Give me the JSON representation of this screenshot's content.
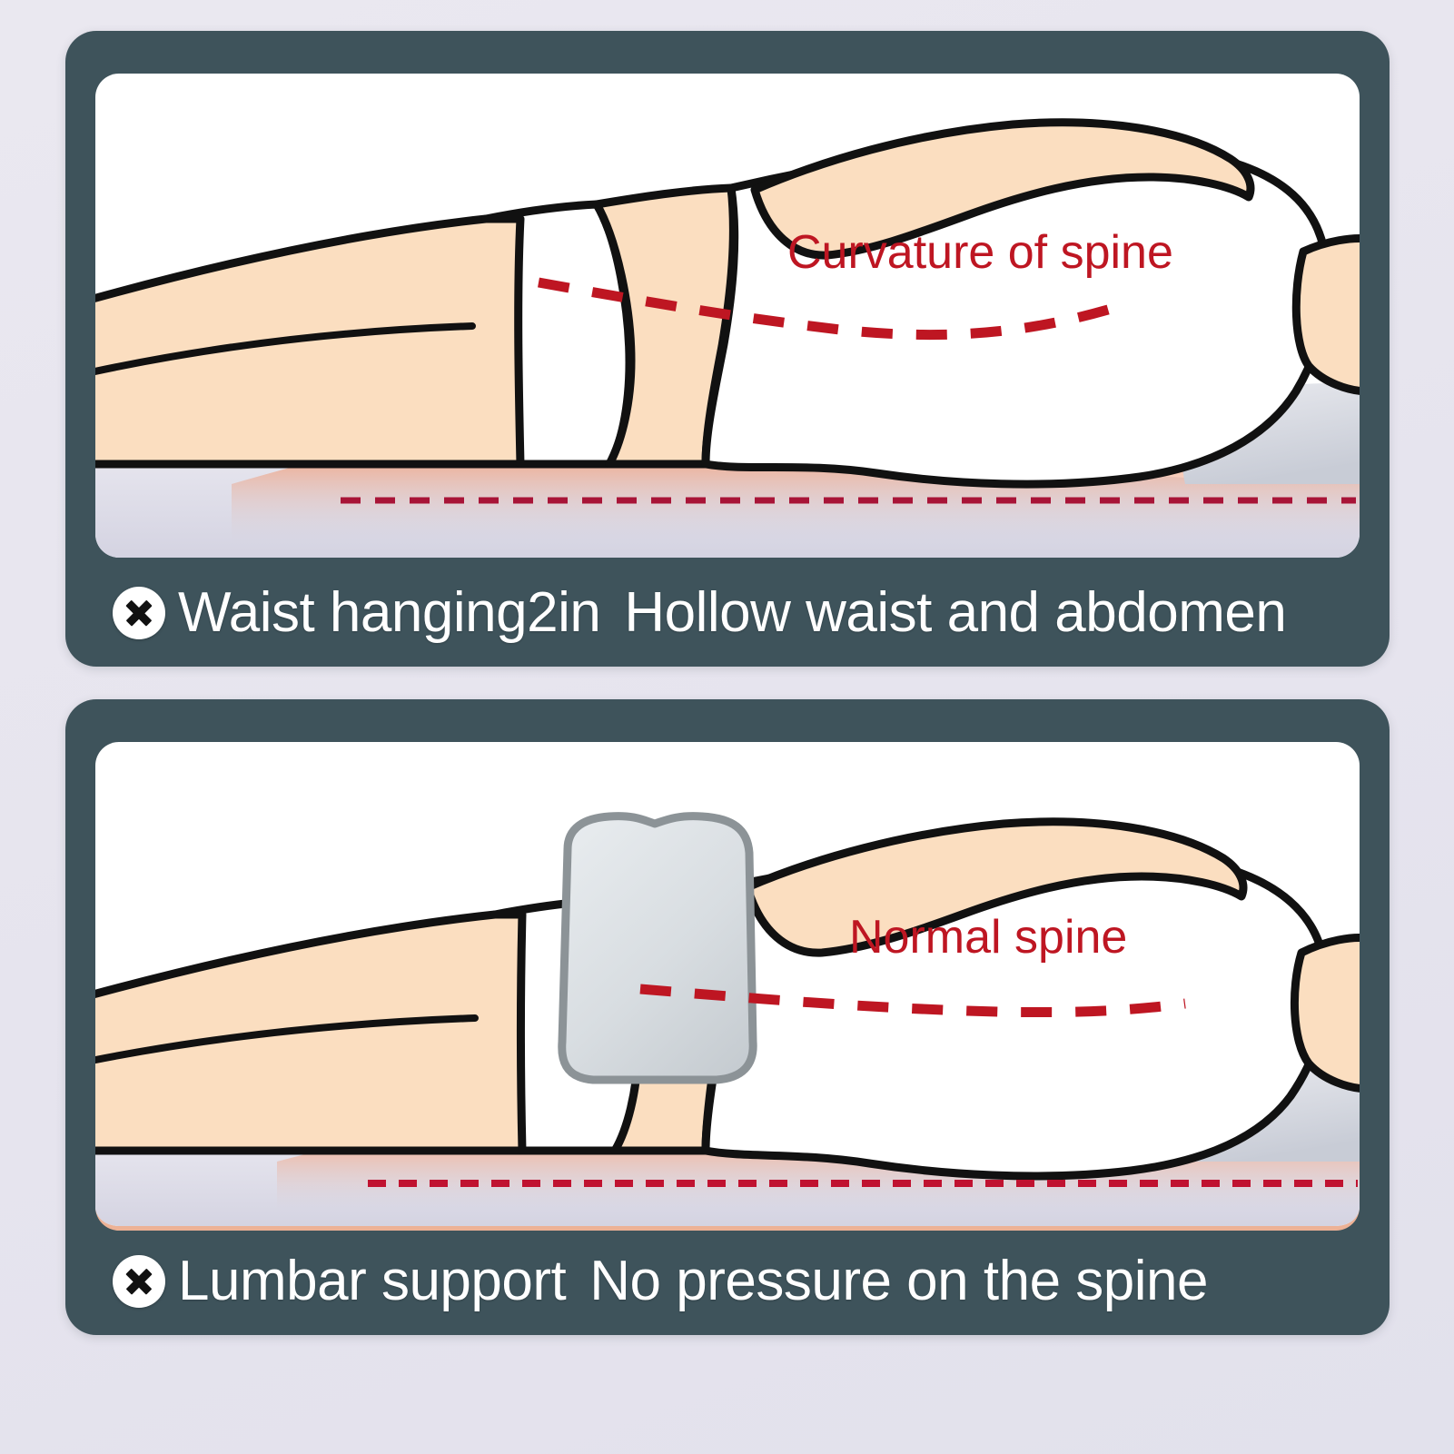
{
  "page": {
    "background_color": "#E8E6EF",
    "card_frame_color": "#3E535B",
    "card_inner_color": "#FFFFFF"
  },
  "palette": {
    "skin": "#FBDEC0",
    "skin_light": "#FDEBD5",
    "clothing": "#FFFFFF",
    "outline": "#111111",
    "annotation_red": "#BE1622",
    "dashed_line_red": "#BE1430",
    "mattress": "#D6D5E2",
    "pillow_gray": "#D7DCE0",
    "pillow_outline": "#8C9397",
    "glow_orange": "#F4703A",
    "caption_text": "#FFFFFF",
    "bottom_accent": "#EDB296"
  },
  "panels": [
    {
      "id": "panel-bad-posture",
      "annotation": "Curvature of spine",
      "caption_icon": "x-mark-icon",
      "caption_primary": "Waist hanging2in",
      "caption_secondary": "Hollow waist and abdomen",
      "has_lumbar_pillow": false,
      "spine_state": "curved"
    },
    {
      "id": "panel-good-posture",
      "annotation": "Normal spine",
      "caption_icon": "x-mark-icon",
      "caption_primary": "Lumbar support",
      "caption_secondary": "No pressure on the spine",
      "has_lumbar_pillow": true,
      "spine_state": "straight"
    }
  ]
}
